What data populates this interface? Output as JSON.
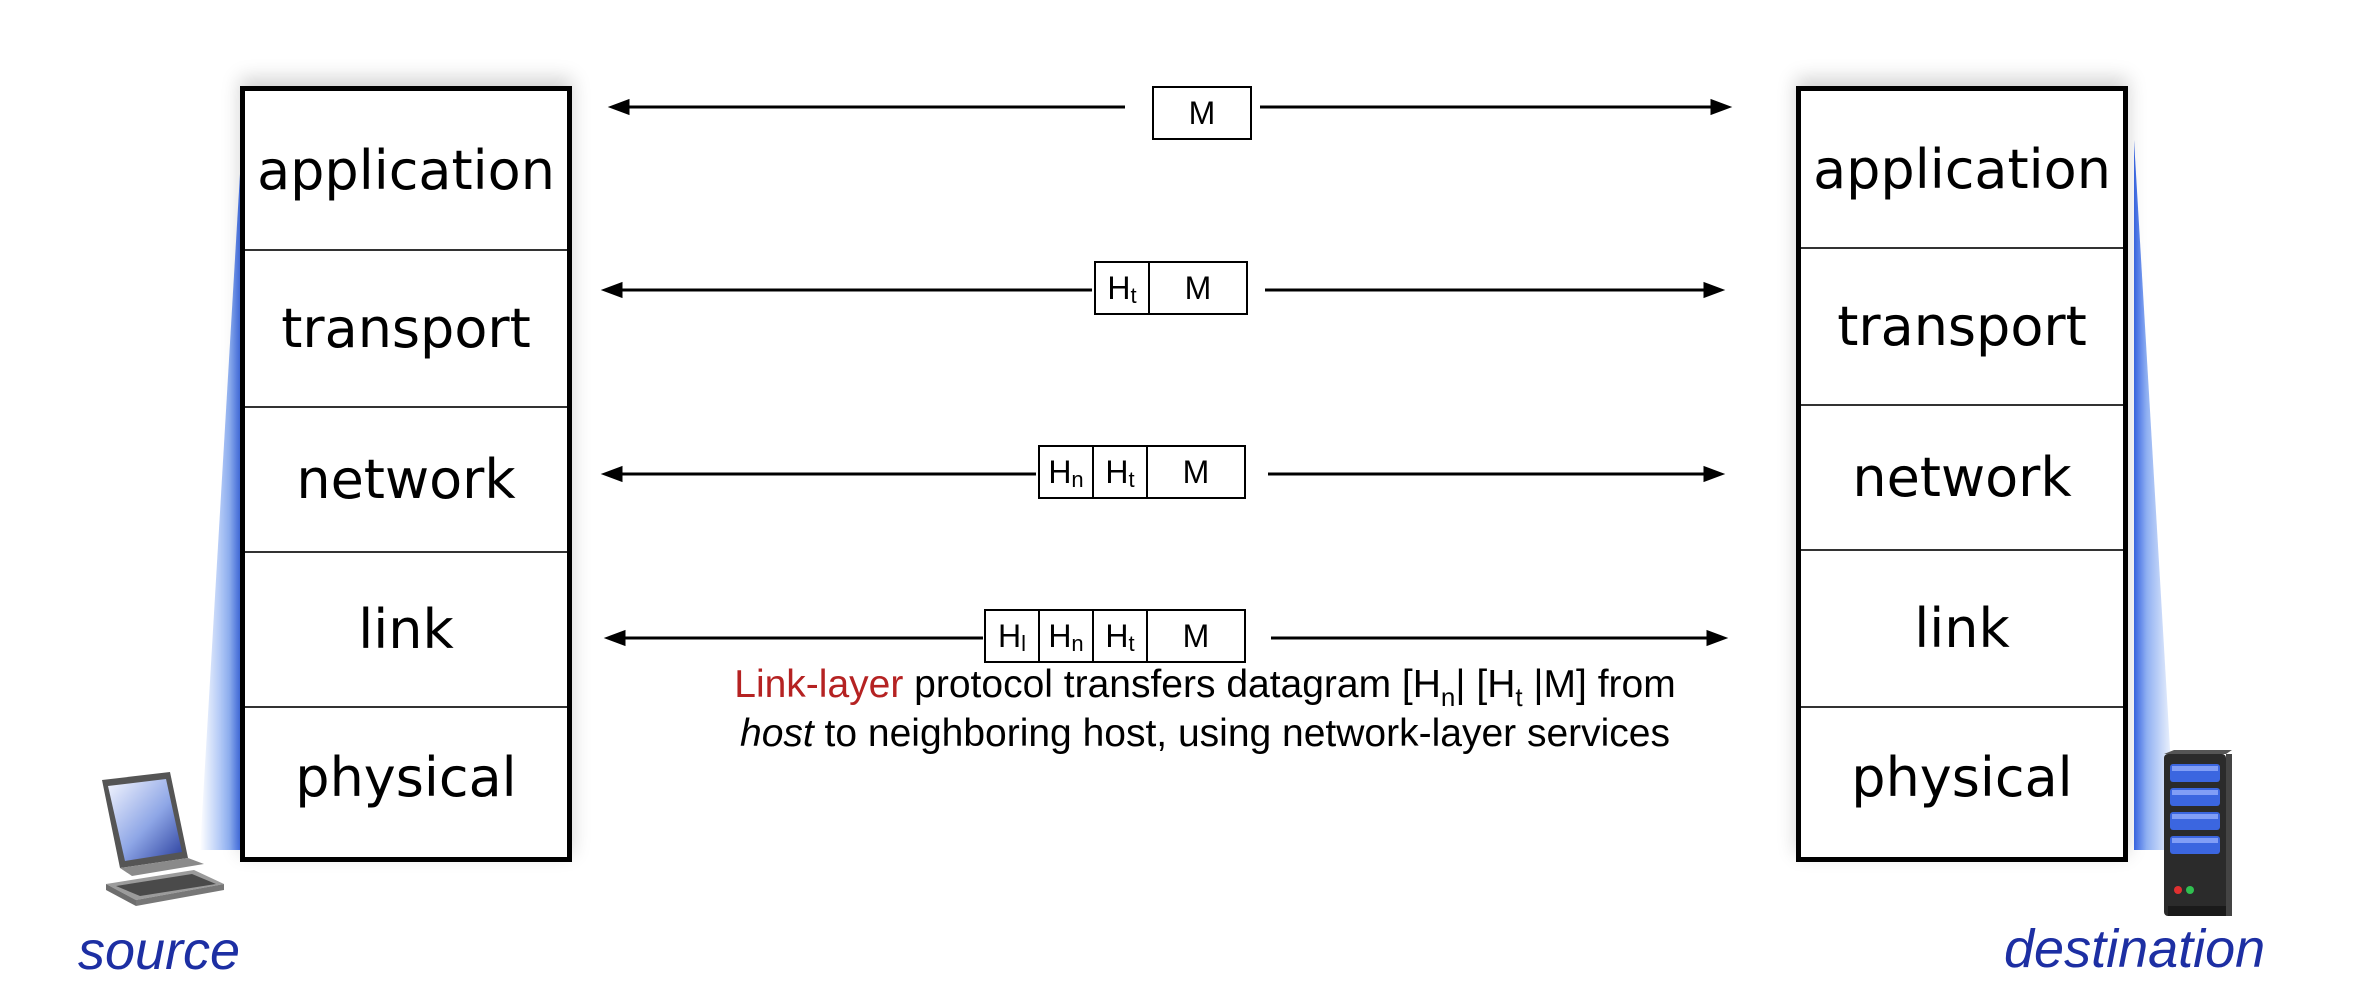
{
  "source": {
    "label": "source",
    "layers": [
      "application",
      "transport",
      "network",
      "link",
      "physical"
    ]
  },
  "destination": {
    "label": "destination",
    "layers": [
      "application",
      "transport",
      "network",
      "link",
      "physical"
    ]
  },
  "messages": {
    "application": {
      "m": "M"
    },
    "transport": {
      "h_t": "H",
      "h_t_sub": "t",
      "m": "M"
    },
    "network": {
      "h_n": "H",
      "h_n_sub": "n",
      "h_t": "H",
      "h_t_sub": "t",
      "m": "M"
    },
    "link": {
      "h_l": "H",
      "h_l_sub": "l",
      "h_n": "H",
      "h_n_sub": "n",
      "h_t": "H",
      "h_t_sub": "t",
      "m": "M"
    }
  },
  "caption": {
    "accent": "Link-layer",
    "part1": " protocol transfers datagram [H",
    "sub_n": "n",
    "part2": "| [H",
    "sub_t": "t",
    "part3": " |M] from",
    "host": "host",
    "part4": " to neighboring host, using network-layer services"
  },
  "colors": {
    "accent": "#b52222",
    "host_label": "#1d2fa3",
    "glow": "#3a68e8"
  },
  "icons": {
    "source": "laptop-computer-icon",
    "destination": "server-tower-icon"
  }
}
